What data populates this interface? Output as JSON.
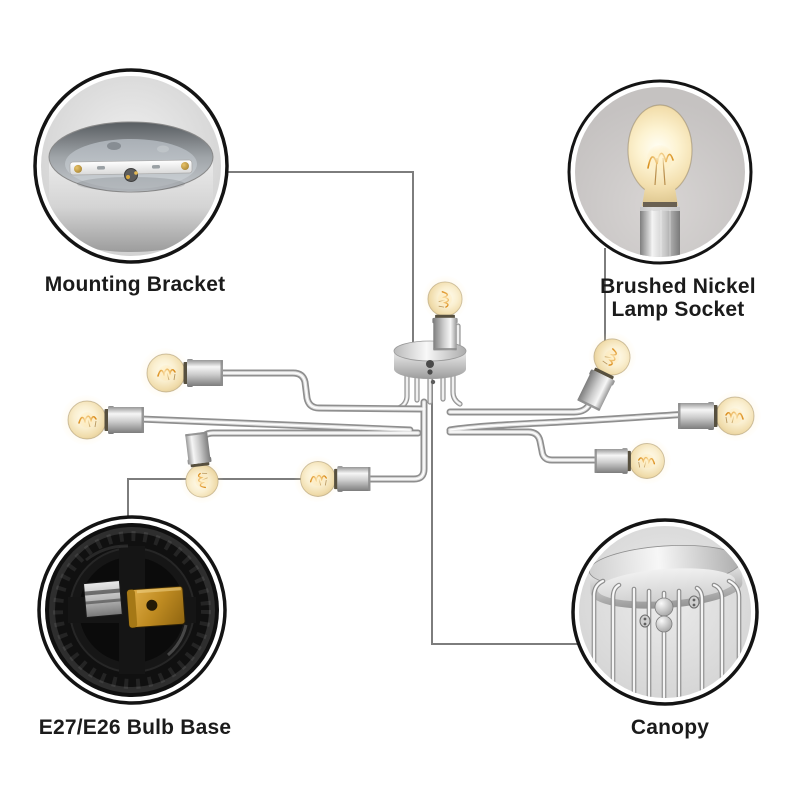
{
  "scene": {
    "background": "#ffffff"
  },
  "fixture": {
    "bulb_count": 8
  },
  "callouts": [
    {
      "id": "mounting-bracket",
      "label": "Mounting Bracket",
      "position": "top-left"
    },
    {
      "id": "lamp-socket",
      "label": "Brushed Nickel Lamp Socket",
      "position": "top-right"
    },
    {
      "id": "bulb-base",
      "label": "E27/E26 Bulb Base",
      "position": "bottom-left"
    },
    {
      "id": "canopy",
      "label": "Canopy",
      "position": "bottom-right"
    }
  ],
  "style": {
    "connector_line_color": "#7d7d7d",
    "circle_ring_color": "#141414",
    "label_text_color": "#1b1b1b",
    "chrome_highlight": "#f2f2f2",
    "chrome_shadow": "#8f8f8f",
    "bulb_glass_warm": "#f7ecd0",
    "filament_orange": "#db8d1d",
    "brass_contact": "#c08c22"
  }
}
